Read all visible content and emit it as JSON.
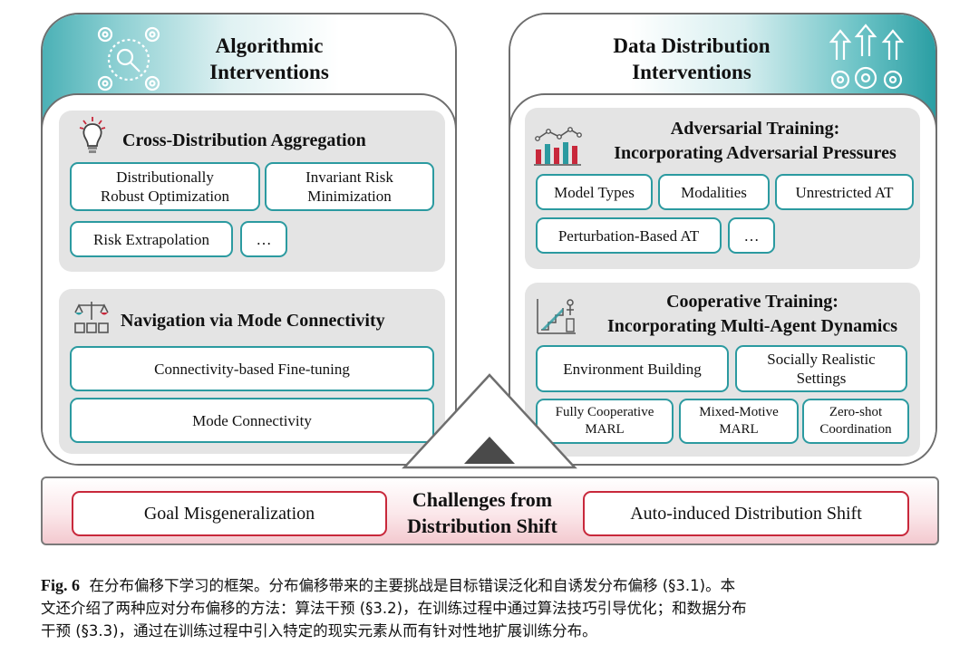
{
  "left_panel": {
    "title_line1": "Algorithmic",
    "title_line2": "Interventions",
    "cross": {
      "title": "Cross-Distribution Aggregation",
      "items": [
        "Distributionally\nRobust Optimization",
        "Invariant Risk\nMinimization",
        "Risk Extrapolation",
        "…"
      ]
    },
    "mode": {
      "title": "Navigation via Mode Connectivity",
      "items": [
        "Connectivity-based Fine-tuning",
        "Mode Connectivity"
      ]
    }
  },
  "right_panel": {
    "title_line1": "Data Distribution",
    "title_line2": "Interventions",
    "adversarial": {
      "title_line1": "Adversarial Training:",
      "title_line2": "Incorporating Adversarial Pressures",
      "items": [
        "Model Types",
        "Modalities",
        "Unrestricted AT",
        "Perturbation-Based AT",
        "…"
      ]
    },
    "cooperative": {
      "title_line1": "Cooperative Training:",
      "title_line2": "Incorporating Multi-Agent Dynamics",
      "items": [
        "Environment Building",
        "Socially Realistic\nSettings",
        "Fully Cooperative\nMARL",
        "Mixed-Motive\nMARL",
        "Zero-shot\nCoordination"
      ]
    }
  },
  "bottom": {
    "center_line1": "Challenges from",
    "center_line2": "Distribution Shift",
    "left_box": "Goal Misgeneralization",
    "right_box": "Auto-induced Distribution Shift"
  },
  "caption": {
    "label": "Fig. 6",
    "line1": "在分布偏移下学习的框架。分布偏移带来的主要挑战是目标错误泛化和自诱发分布偏移 (§3.1)。本",
    "line2": "文还介绍了两种应对分布偏移的方法：算法干预 (§3.2)，在训练过程中通过算法技巧引导优化；和数据分布",
    "line3": "干预 (§3.3)，通过在训练过程中引入特定的现实元素从而有针对性地扩展训练分布。"
  },
  "icons": [
    "gear-cluster-icon",
    "lightbulb-icon",
    "balance-scale-icon",
    "bar-chart-icon",
    "growth-steps-icon",
    "arrows-gears-icon"
  ],
  "colors": {
    "teal": "#2b9aa0",
    "red": "#c8283b",
    "panel_gray": "#e4e4e4",
    "band_pink": "#f3c9cf"
  }
}
